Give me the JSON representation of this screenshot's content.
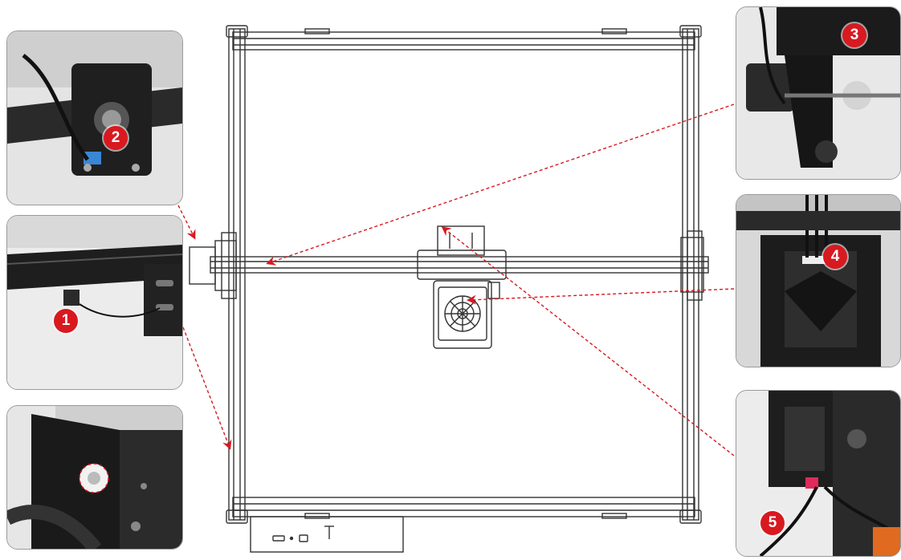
{
  "callouts": [
    {
      "id": "2",
      "label": "2"
    },
    {
      "id": "1",
      "label": "1"
    },
    {
      "id": "3",
      "label": "3"
    },
    {
      "id": "4",
      "label": "4"
    },
    {
      "id": "5",
      "label": "5"
    }
  ],
  "caption": "",
  "colors": {
    "accent": "#d81920",
    "frame": "#333333",
    "photo_bg": "#e9e9e9",
    "metal_dark": "#1d1d1d"
  },
  "icons": {
    "callout_marker": "red-circle-number",
    "arrow": "red-arrowhead"
  }
}
